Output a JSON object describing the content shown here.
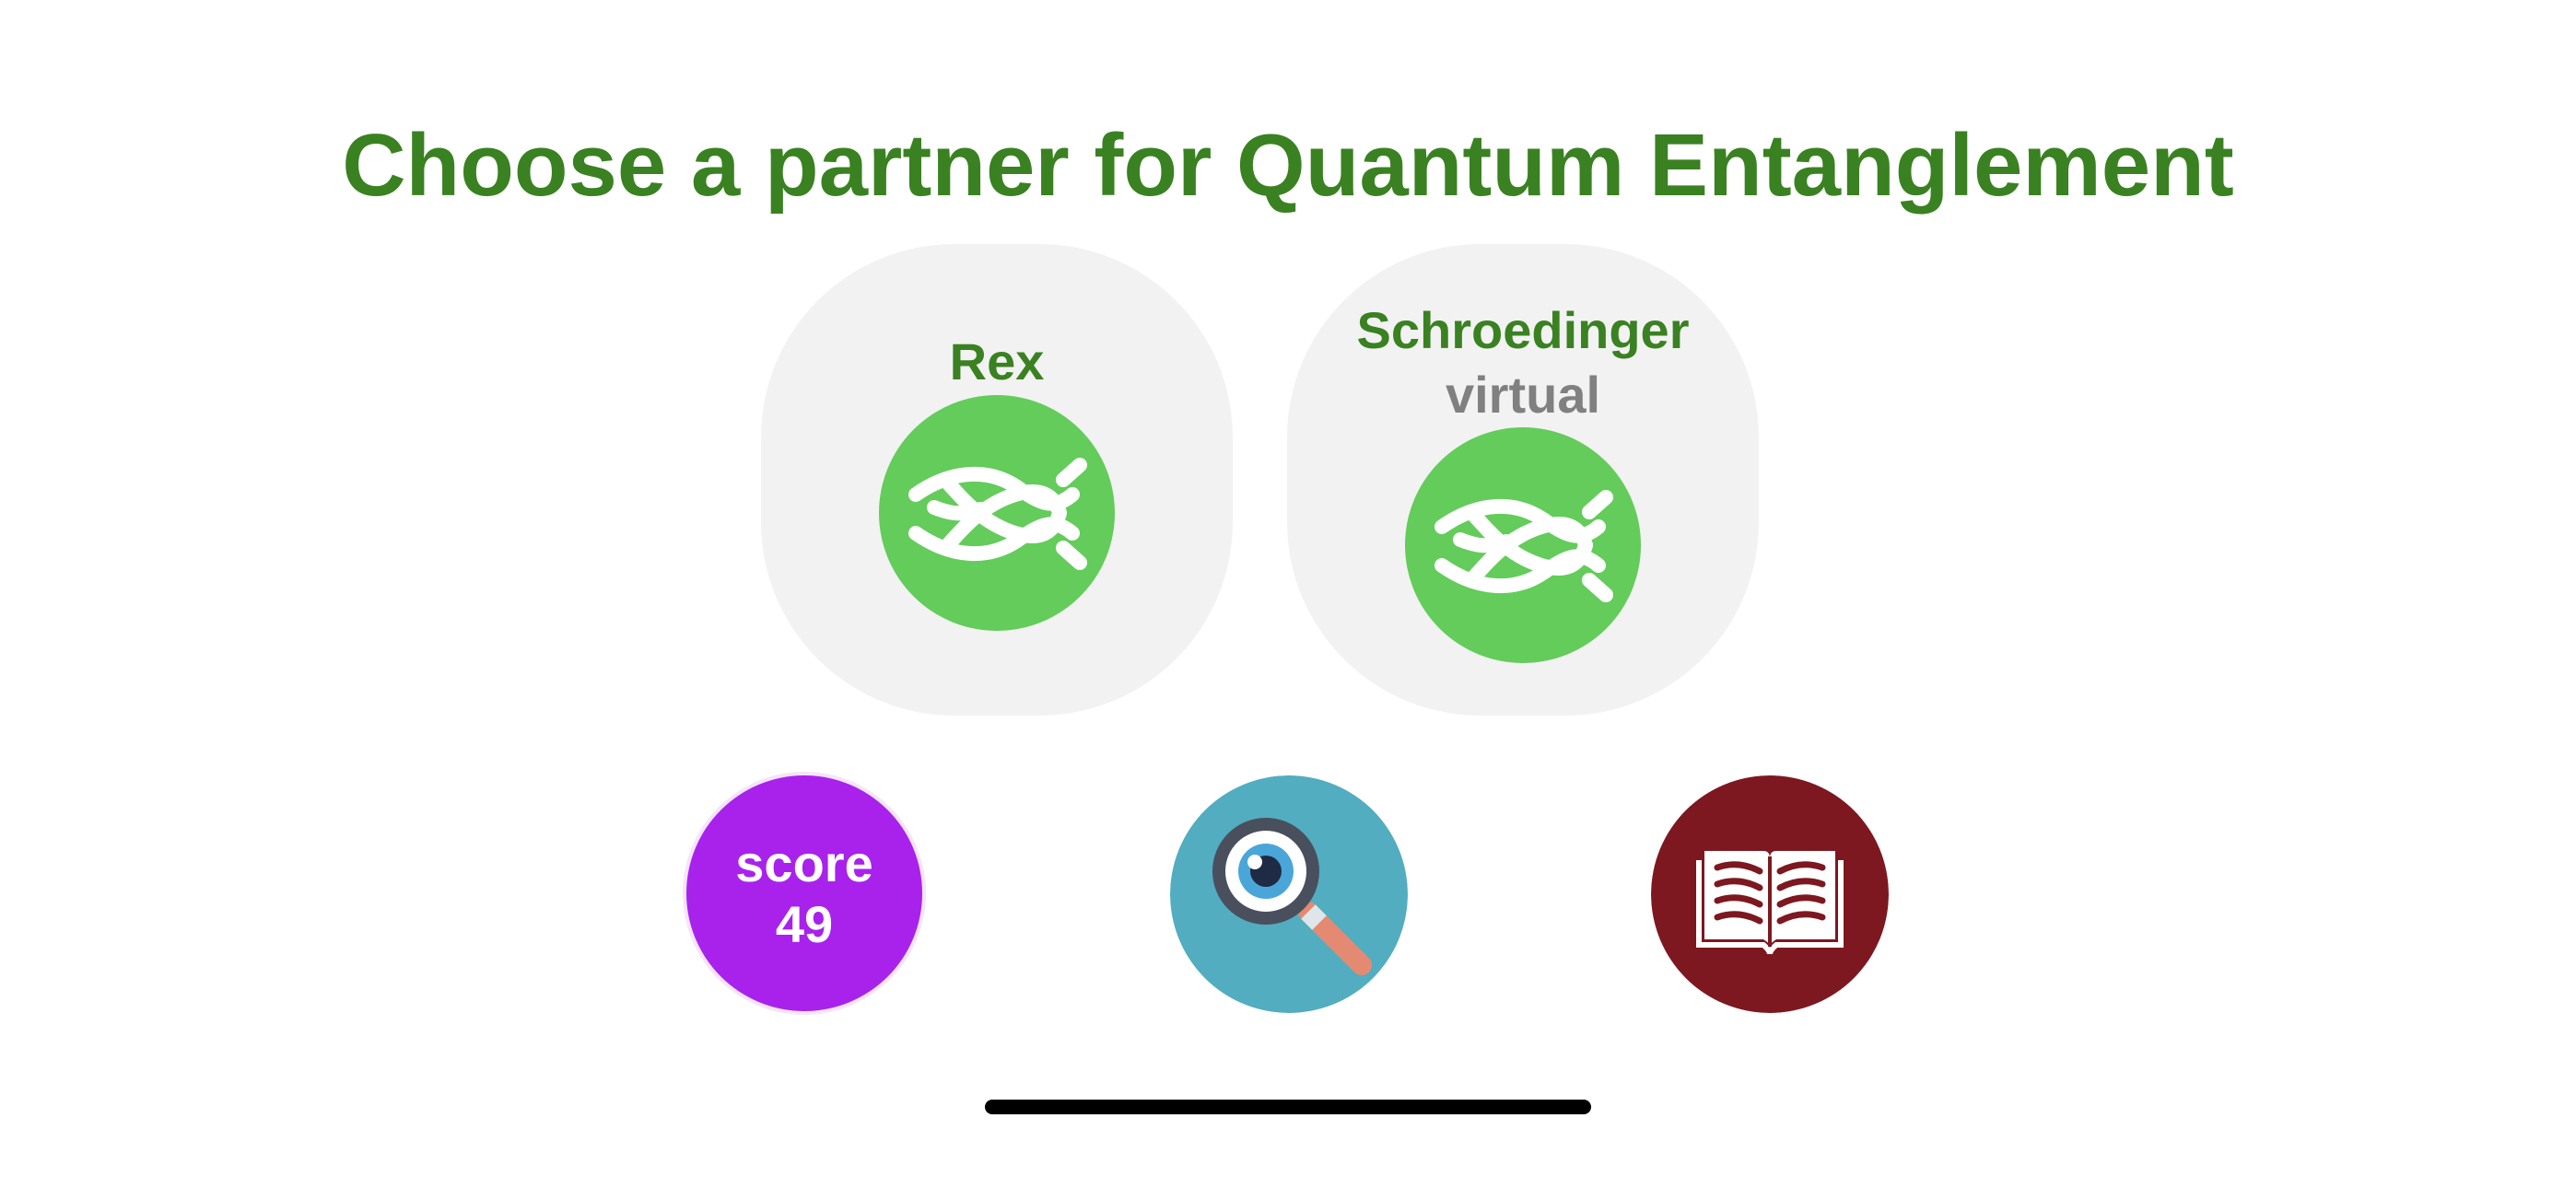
{
  "title": "Choose a partner for Quantum Entanglement",
  "colors": {
    "title_green": "#3a8122",
    "name_green": "#3a8122",
    "sub_gray": "#808080",
    "card_bg": "#f2f2f2",
    "knot_green": "#63cc5a",
    "score_purple": "#a822ec",
    "search_teal": "#52adc0",
    "book_maroon": "#7d1820"
  },
  "partners": [
    {
      "name": "Rex",
      "subtitle": "",
      "icon": "knot-icon"
    },
    {
      "name": "Schroedinger",
      "subtitle": "virtual",
      "icon": "knot-icon"
    }
  ],
  "score": {
    "label": "score",
    "value": "49"
  },
  "search": {
    "icon": "magnifier-eye-icon"
  },
  "book": {
    "icon": "open-book-icon"
  }
}
